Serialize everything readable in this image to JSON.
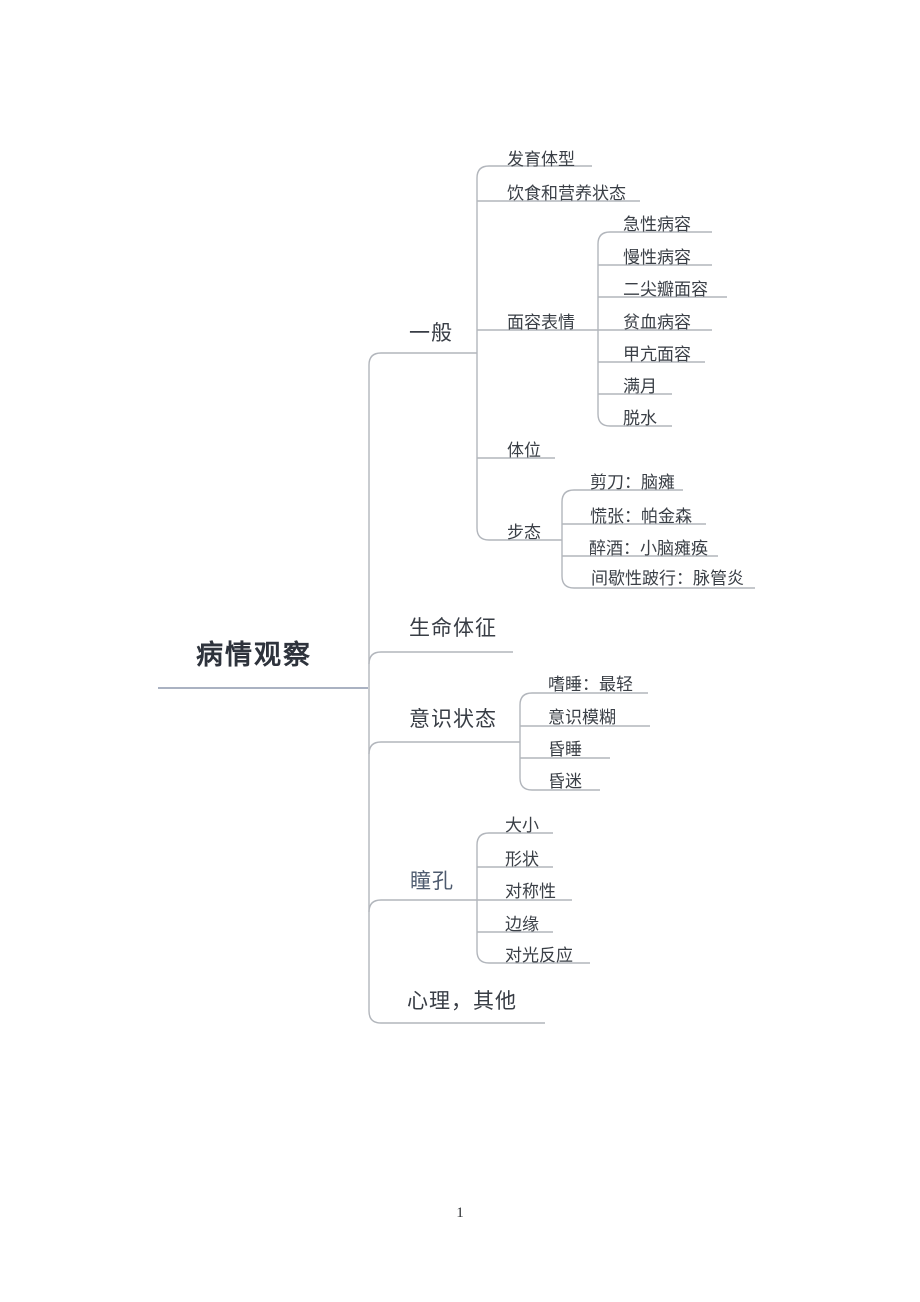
{
  "mindmap": {
    "root": {
      "label": "病情观察"
    },
    "branches": [
      {
        "label": "一般",
        "children": [
          {
            "label": "发育体型"
          },
          {
            "label": "饮食和营养状态"
          },
          {
            "label": "面容表情",
            "children": [
              "急性病容",
              "慢性病容",
              "二尖瓣面容",
              "贫血病容",
              "甲亢面容",
              "满月",
              "脱水"
            ]
          },
          {
            "label": "体位"
          },
          {
            "label": "步态",
            "children": [
              "剪刀：脑瘫",
              "慌张：帕金森",
              "醉酒：小脑瘫痪",
              "间歇性跛行：脉管炎"
            ]
          }
        ]
      },
      {
        "label": "生命体征"
      },
      {
        "label": "意识状态",
        "children": [
          "嗜睡：最轻",
          "意识模糊",
          "昏睡",
          "昏迷"
        ]
      },
      {
        "label": "瞳孔",
        "children": [
          "大小",
          "形状",
          "对称性",
          "边缘",
          "对光反应"
        ]
      },
      {
        "label": "心理，其他"
      }
    ]
  },
  "page": {
    "number": "1"
  },
  "colors": {
    "text": "#3a3f46",
    "root_text": "#2e333c",
    "connector_line": "#b2b6bc",
    "root_line": "#8d99ad"
  }
}
